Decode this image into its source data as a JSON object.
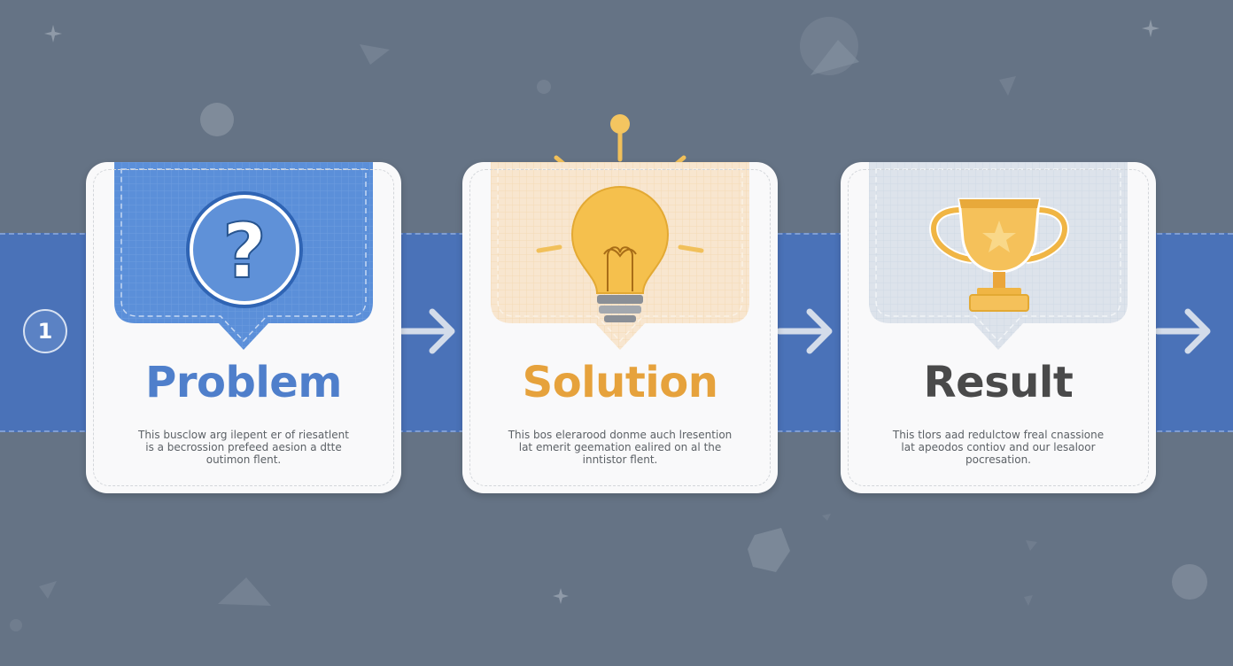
{
  "step_number": "1",
  "colors": {
    "background": "#657385",
    "band": "#4a72b8",
    "problem": "#4f7fcb",
    "solution": "#e6a23c",
    "result": "#4a4a4a"
  },
  "cards": [
    {
      "title": "Problem",
      "icon": "question-mark-icon",
      "description": "This busclow arg ilepent er of riesatlent\nis a becrossion prefeed aesion a dtte\noutimon flent."
    },
    {
      "title": "Solution",
      "icon": "lightbulb-icon",
      "description": "This bos elerarood donme auch lresention\nlat emerit geemation ealired on al the\ninntistor flent."
    },
    {
      "title": "Result",
      "icon": "trophy-icon",
      "description": "This tlors aad redulctow freal cnassione\nlat apeodos contiov and our lesaloor\npocresation."
    }
  ]
}
